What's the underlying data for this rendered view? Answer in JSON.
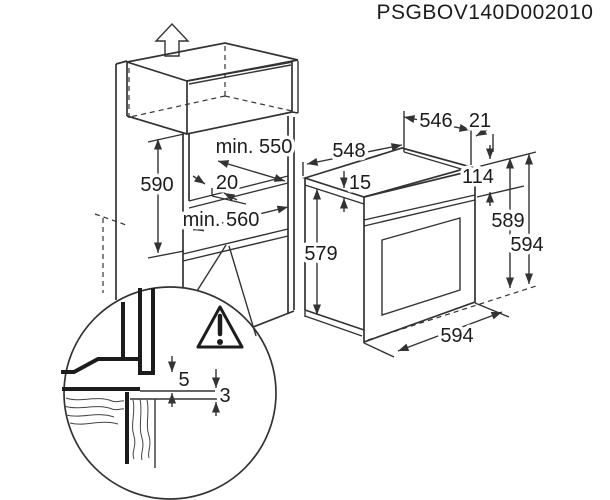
{
  "title_code": "PSGBOV140D002010",
  "cabinet": {
    "niche_height": "590",
    "top_depth": "min. 550",
    "shelf_thickness": "20",
    "bottom_depth": "min. 560"
  },
  "oven": {
    "top_depth": "548",
    "body_depth": "546",
    "rear_gap": "21",
    "top_inset": "15",
    "panel_height": "114",
    "side_height": "579",
    "front_height": "589",
    "total_height": "594",
    "total_width": "594"
  },
  "detail": {
    "upper_gap": "5",
    "lower_gap": "3"
  }
}
